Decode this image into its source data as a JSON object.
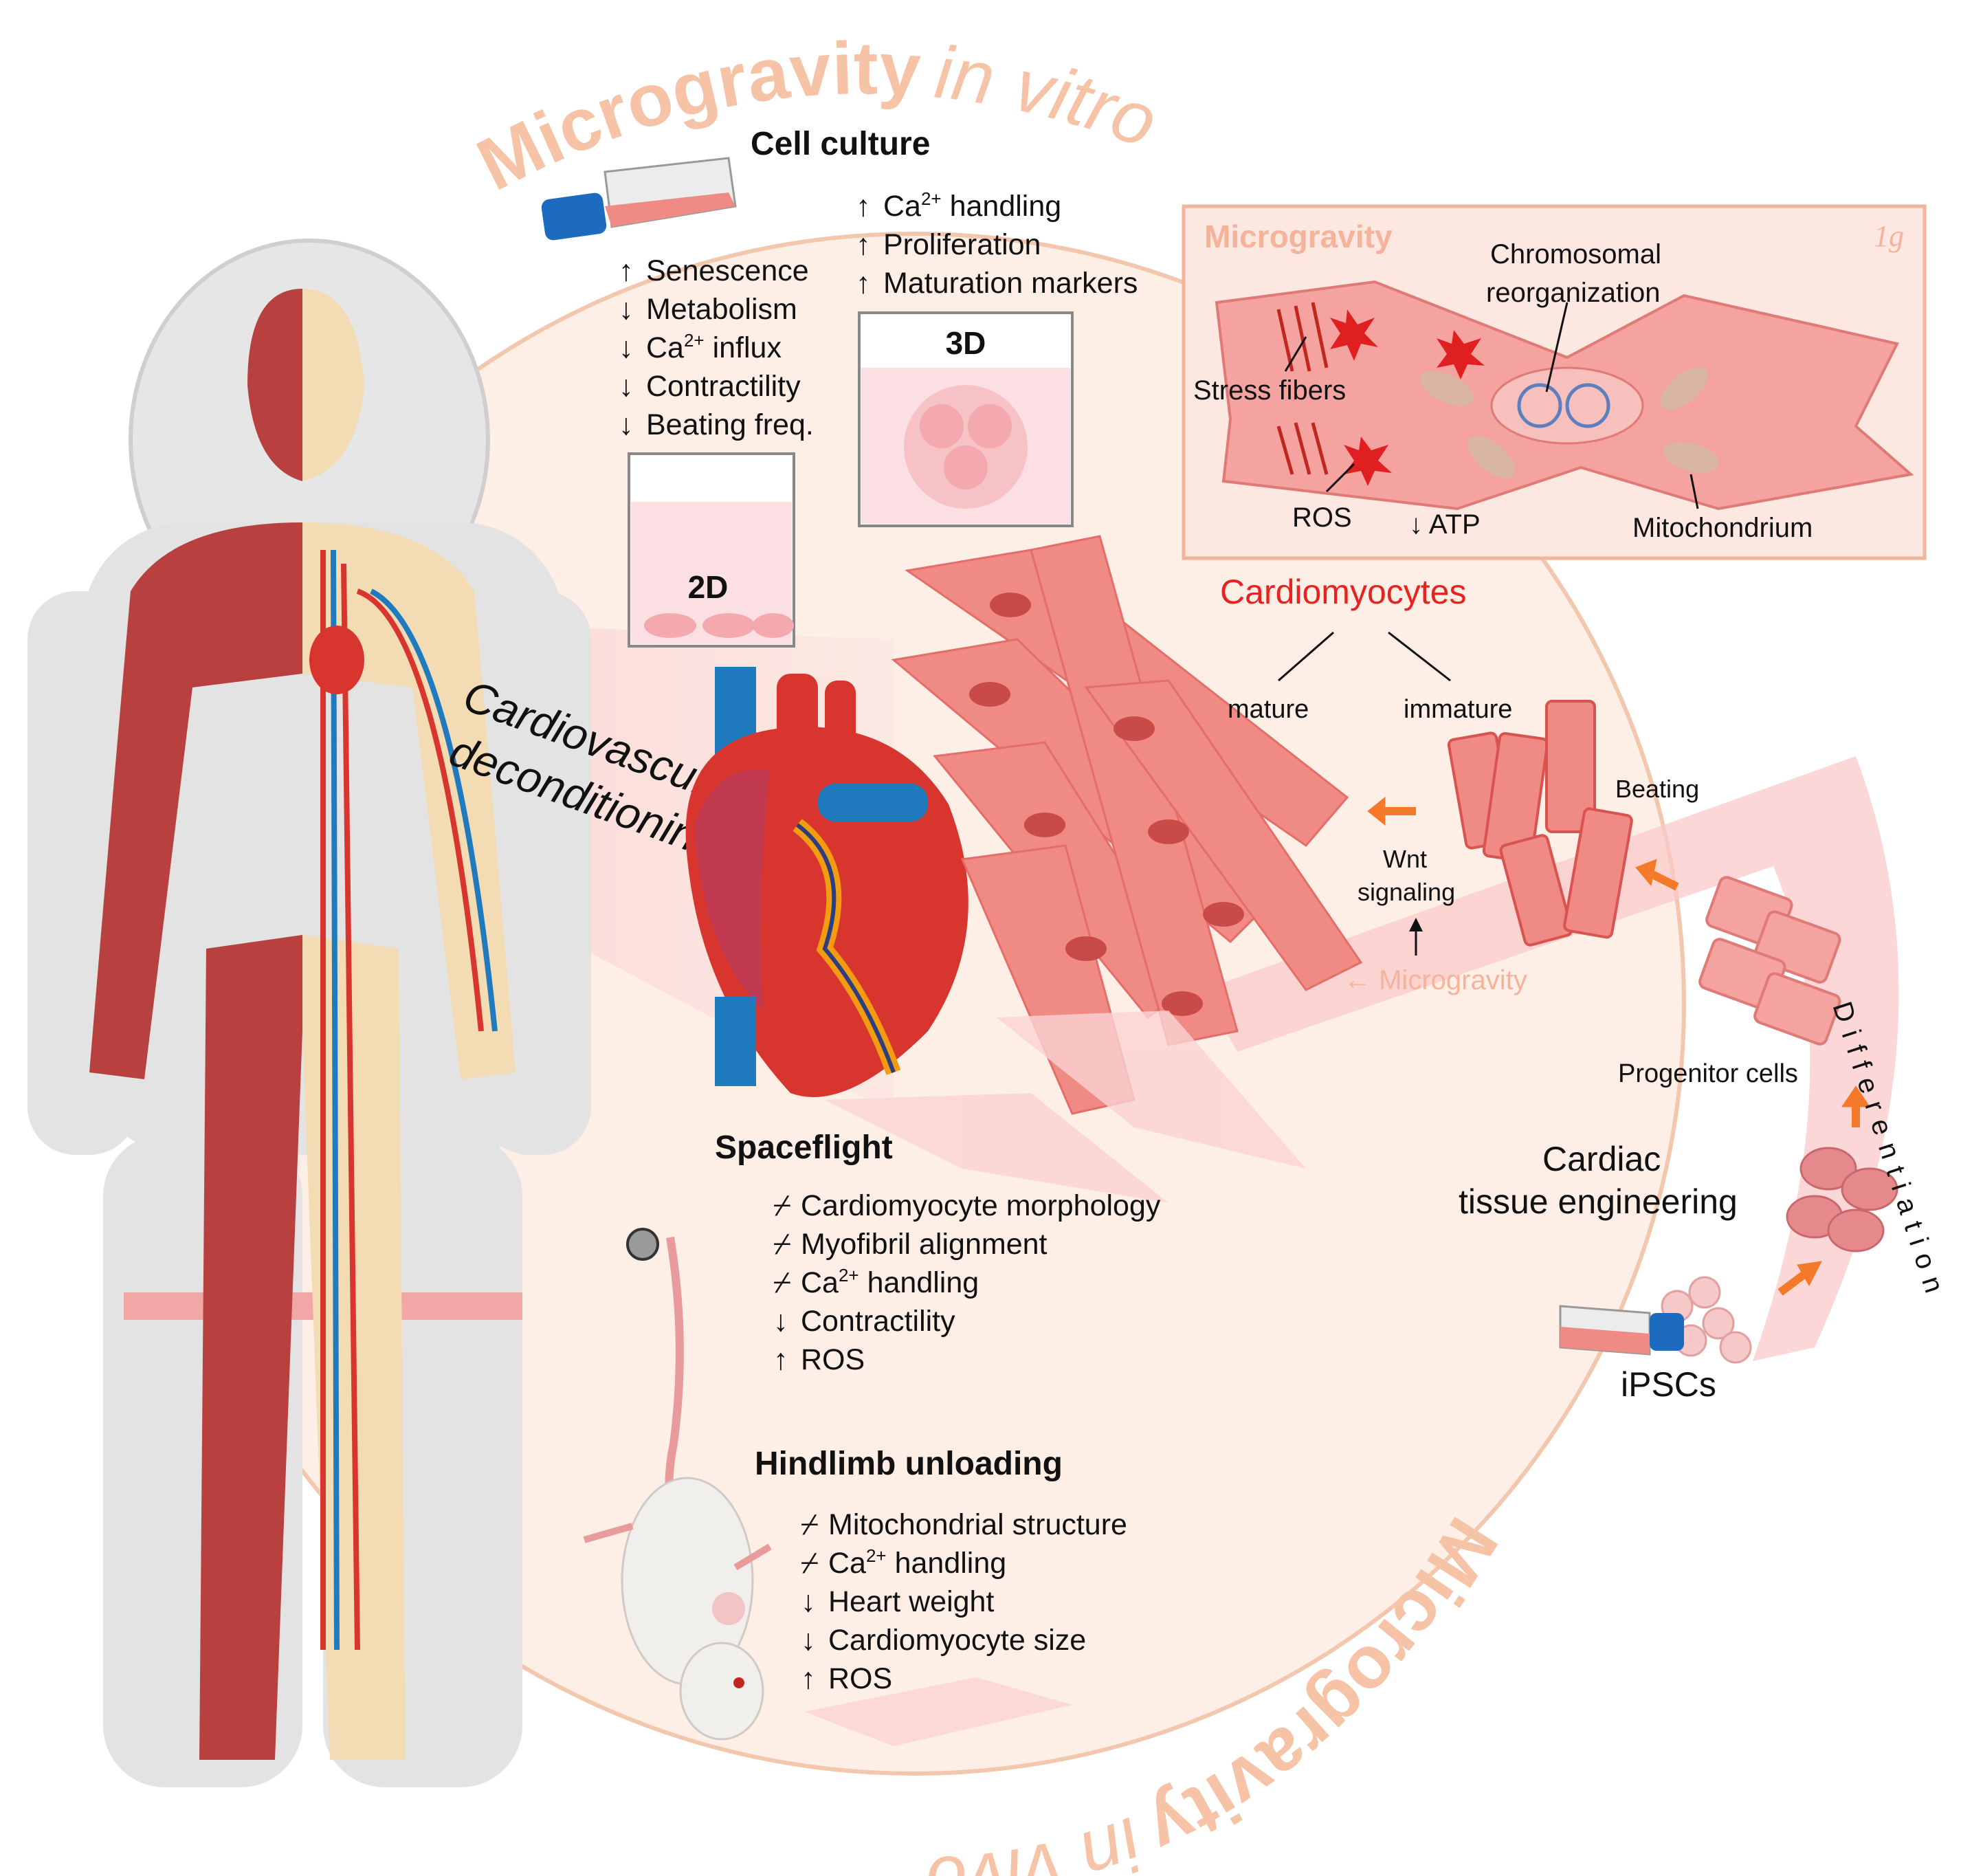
{
  "arc_titles": {
    "in_vitro_bold": "Microgravity",
    "in_vitro_rest": "in vitro",
    "in_vivo_bold": "Microgravity",
    "in_vivo_rest": "in vivo"
  },
  "cardio_label": {
    "line1": "Cardiovascular",
    "line2": "deconditioning"
  },
  "cell_culture": {
    "title": "Cell culture",
    "list_2d": [
      {
        "glyph": "↑",
        "text": "Senescence"
      },
      {
        "glyph": "↓",
        "text": "Metabolism"
      },
      {
        "glyph": "↓",
        "text": "Ca",
        "sup": "2+",
        "tail": " influx"
      },
      {
        "glyph": "↓",
        "text": "Contractility"
      },
      {
        "glyph": "↓",
        "text": "Beating freq."
      }
    ],
    "list_3d": [
      {
        "glyph": "↑",
        "text": "Ca",
        "sup": "2+",
        "tail": " handling"
      },
      {
        "glyph": "↑",
        "text": "Proliferation"
      },
      {
        "glyph": "↑",
        "text": "Maturation markers"
      }
    ],
    "label_2d": "2D",
    "label_3d": "3D"
  },
  "inset": {
    "title": "Microgravity",
    "corner": "1g",
    "chromosomal": {
      "line1": "Chromosomal",
      "line2": "reorganization"
    },
    "stress_fibers": "Stress fibers",
    "ros": "ROS",
    "atp": "↓ ATP",
    "mitochondrium": "Mitochondrium"
  },
  "cardiomyocytes": {
    "title": "Cardiomyocytes",
    "mature": "mature",
    "immature": "immature"
  },
  "beating": "Beating",
  "wnt": {
    "line1": "Wnt",
    "line2": "signaling"
  },
  "microgravity_arrow": "← Microgravity",
  "differentiation": "Differentiation",
  "progenitor": "Progenitor cells",
  "tissue_eng": {
    "line1": "Cardiac",
    "line2": "tissue engineering"
  },
  "ipscs": "iPSCs",
  "spaceflight": {
    "title": "Spaceflight",
    "items": [
      {
        "glyph": "⌿",
        "text": "Cardiomyocyte morphology"
      },
      {
        "glyph": "⌿",
        "text": "Myofibril alignment"
      },
      {
        "glyph": "⌿",
        "text": "Ca",
        "sup": "2+",
        "tail": " handling"
      },
      {
        "glyph": "↓",
        "text": "Contractility"
      },
      {
        "glyph": "↑",
        "text": "ROS"
      }
    ]
  },
  "hindlimb": {
    "title": "Hindlimb unloading",
    "items": [
      {
        "glyph": "⌿",
        "text": "Mitochondrial structure"
      },
      {
        "glyph": "⌿",
        "text": "Ca",
        "sup": "2+",
        "tail": " handling"
      },
      {
        "glyph": "↓",
        "text": "Heart weight"
      },
      {
        "glyph": "↓",
        "text": "Cardiomyocyte size"
      },
      {
        "glyph": "↑",
        "text": "ROS"
      }
    ]
  },
  "colors": {
    "arc_text": "#f6c3a6",
    "circle_fill": "#fdeee6",
    "circle_stroke": "#f3c7ad",
    "muscle": "#b8413f",
    "skeleton": "#f3dcb4",
    "suit": "#d8d8d8",
    "cell": "#f08a85",
    "cell_dark": "#d9534f",
    "nucleus": "#c94b48",
    "heart_red": "#d9352f",
    "vessel_blue": "#1f7bbd",
    "orange_arrow": "#f47a2a",
    "cardiomyocytes_red": "#e8231f",
    "flask_blue": "#1d6bbf"
  }
}
